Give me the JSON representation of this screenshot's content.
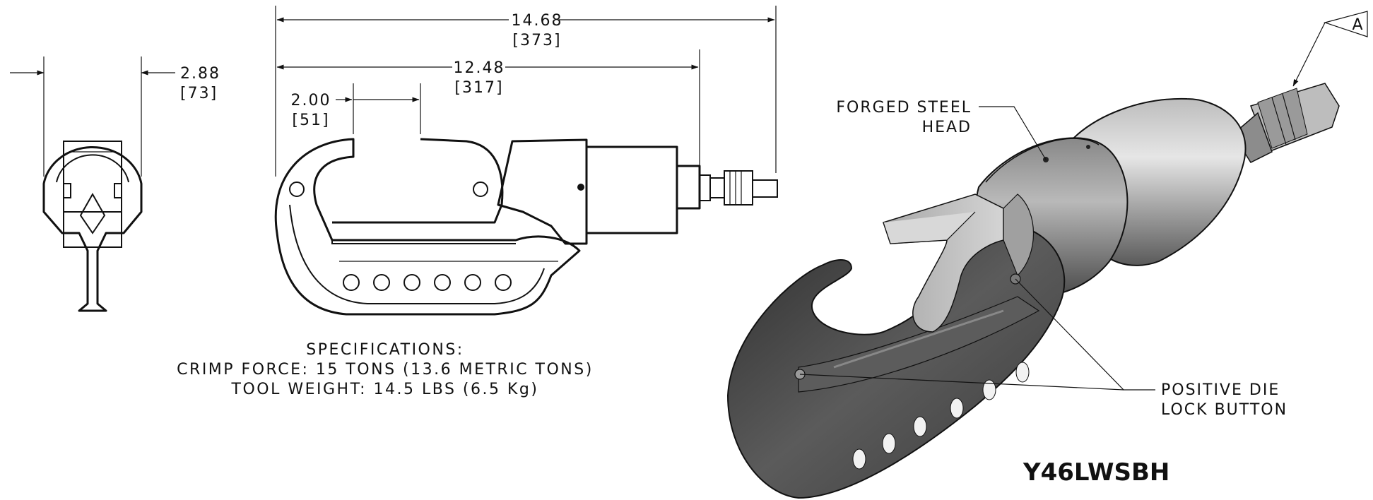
{
  "dimensions": {
    "overall_length": {
      "inches": "14.68",
      "mm": "[373]"
    },
    "body_length": {
      "inches": "12.48",
      "mm": "[317]"
    },
    "jaw_opening": {
      "inches": "2.00",
      "mm": "[51]"
    },
    "head_width": {
      "inches": "2.88",
      "mm": "[73]"
    }
  },
  "specifications": {
    "heading": "SPECIFICATIONS:",
    "crimp_force": "CRIMP FORCE: 15 TONS (13.6 METRIC TONS)",
    "tool_weight": "TOOL WEIGHT: 14.5 LBS (6.5 Kg)"
  },
  "callouts": {
    "head_line1": "FORGED STEEL",
    "head_line2": "HEAD",
    "button_line1": "POSITIVE DIE",
    "button_line2": "LOCK BUTTON",
    "detail_tag": "A"
  },
  "model": "Y46LWSBH",
  "colors": {
    "line": "#111111",
    "shade_dark": "#3f3f3f",
    "shade_light": "#c8c8c8"
  }
}
